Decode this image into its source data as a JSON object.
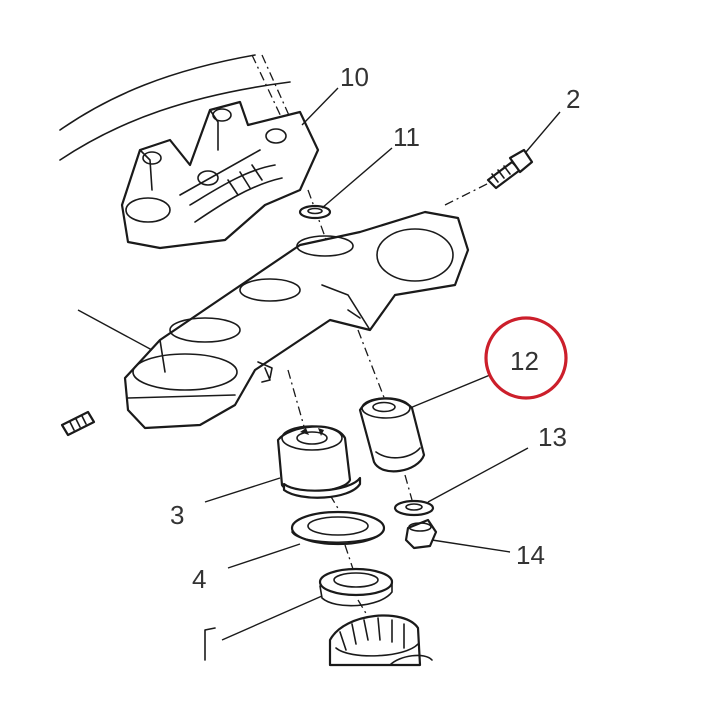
{
  "callouts": {
    "c10": "10",
    "c2": "2",
    "c11": "11",
    "c12": "12",
    "c13": "13",
    "c3": "3",
    "c4": "4",
    "c14": "14"
  },
  "highlight": {
    "target_callout": "12",
    "color": "#cc1f2b"
  },
  "colors": {
    "line": "#1a1a1a",
    "label": "#333333",
    "background": "#ffffff"
  }
}
